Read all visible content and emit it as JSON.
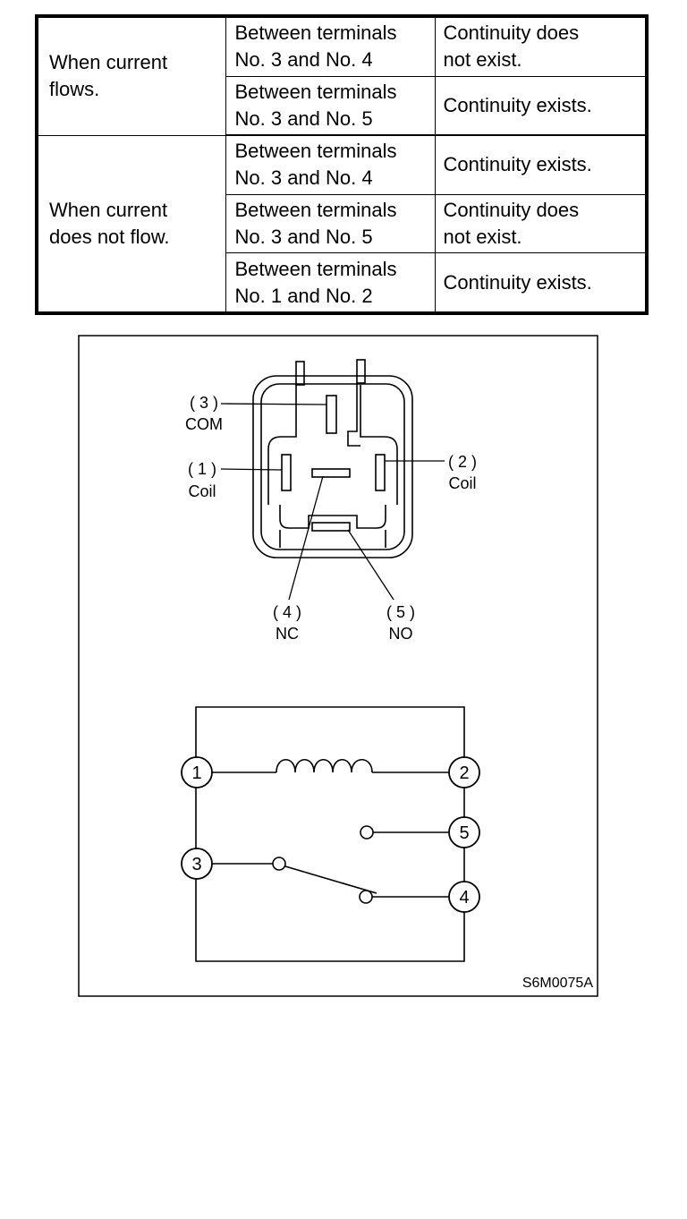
{
  "table": {
    "groups": [
      {
        "condition": "When current\nflows.",
        "rows": [
          {
            "terminals": "Between terminals\nNo. 3 and No. 4",
            "result": "Continuity does\nnot exist."
          },
          {
            "terminals": "Between terminals\nNo. 3 and No. 5",
            "result": "Continuity exists."
          }
        ]
      },
      {
        "condition": "When current\ndoes not flow.",
        "rows": [
          {
            "terminals": "Between terminals\nNo. 3 and No. 4",
            "result": "Continuity exists."
          },
          {
            "terminals": "Between terminals\nNo. 3 and No. 5",
            "result": "Continuity does\nnot exist."
          },
          {
            "terminals": "Between terminals\nNo. 1 and No. 2",
            "result": "Continuity exists."
          }
        ]
      }
    ]
  },
  "connector": {
    "com": {
      "number": "( 3 )",
      "label": "COM"
    },
    "coil1": {
      "number": "( 1 )",
      "label": "Coil"
    },
    "coil2": {
      "number": "( 2 )",
      "label": "Coil"
    },
    "nc": {
      "number": "( 4 )",
      "label": "NC"
    },
    "no": {
      "number": "( 5 )",
      "label": "NO"
    }
  },
  "schematic": {
    "t1": "1",
    "t2": "2",
    "t3": "3",
    "t4": "4",
    "t5": "5"
  },
  "figure_code": "S6M0075A"
}
